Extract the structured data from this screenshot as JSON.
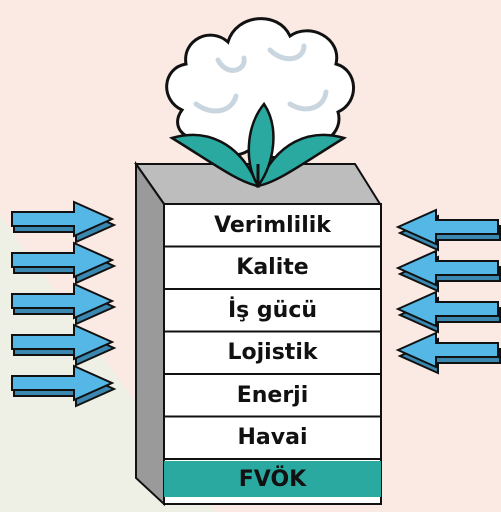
{
  "diagram": {
    "rows": [
      {
        "label": "Verimlilik"
      },
      {
        "label": "Kalite"
      },
      {
        "label": "İş gücü"
      },
      {
        "label": "Lojistik"
      },
      {
        "label": "Enerji"
      },
      {
        "label": "Havai"
      },
      {
        "label": "FVÖK",
        "highlight": true
      }
    ],
    "left_arrow_count": 5,
    "right_arrow_count": 4,
    "icon": "cotton-boll-icon",
    "colors": {
      "background": "#fbe9e3",
      "background_corner": "#eef0e6",
      "arrow_fill": "#55b7e6",
      "arrow_dark": "#3a87b0",
      "box_side": "#9a9a9a",
      "box_top": "#bdbdbd",
      "highlight_row": "#2aa9a0",
      "leaf": "#2aa9a0",
      "cotton": "#ffffff"
    }
  }
}
